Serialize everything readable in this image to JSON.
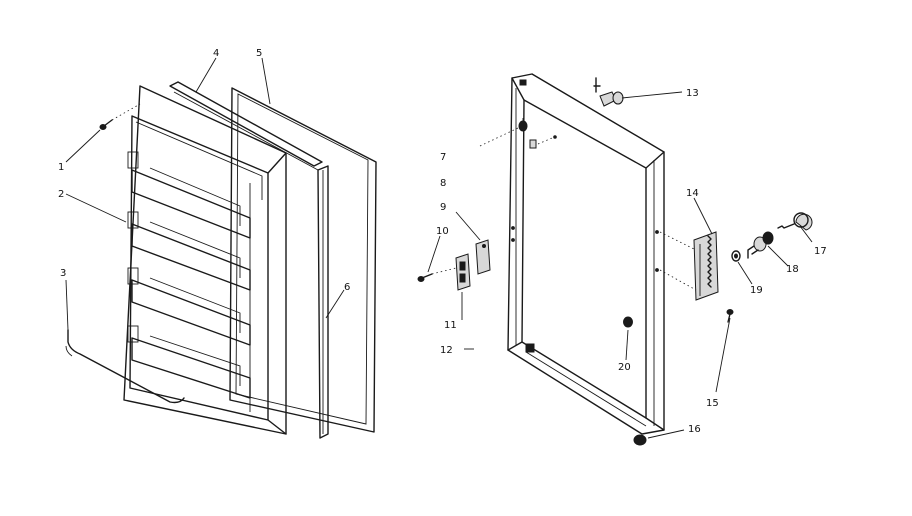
{
  "callouts": [
    "1",
    "2",
    "3",
    "4",
    "5",
    "6",
    "7",
    "8",
    "9",
    "10",
    "11",
    "12",
    "13",
    "14",
    "15",
    "16",
    "17",
    "18",
    "19",
    "20"
  ],
  "colors": {
    "ink": "#1a1a1a",
    "background": "#ffffff"
  }
}
